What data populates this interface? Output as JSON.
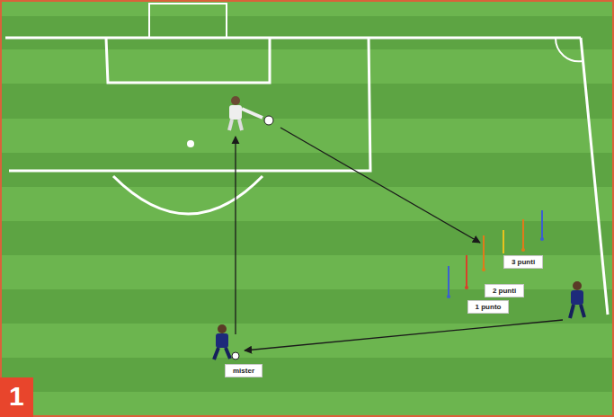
{
  "diagram": {
    "nodes": [
      {
        "text": [
          "3 punti"
        ]
      },
      {
        "text": [
          "2 punti"
        ]
      },
      {
        "text": [
          "1 punto"
        ]
      },
      {
        "text": [
          "mister"
        ]
      },
      {
        "text": [
          "1"
        ]
      }
    ]
  }
}
